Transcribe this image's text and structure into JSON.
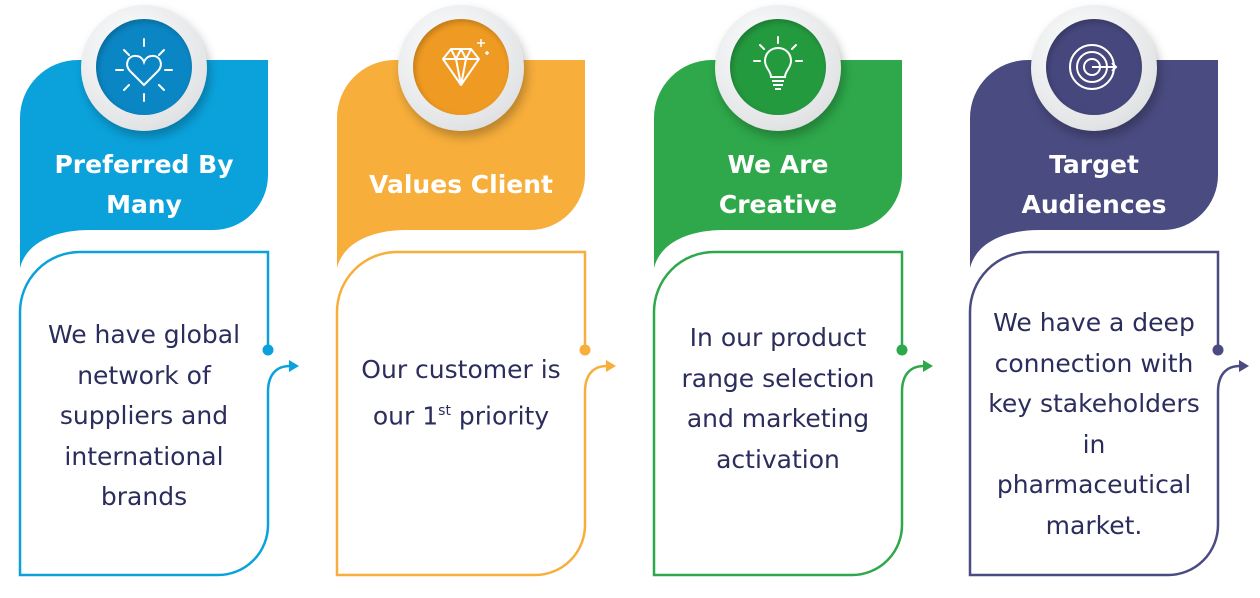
{
  "cards": [
    {
      "title": "Preferred By Many",
      "title_lines": [
        "Preferred By",
        "Many"
      ],
      "icon": "heart-shine-icon",
      "color": "#0ba2dc",
      "icon_bg": "#0b86c4",
      "body_lines": [
        "We have global",
        "network of",
        "suppliers and",
        "international",
        "brands"
      ]
    },
    {
      "title": "Values Client",
      "title_lines": [
        "Values Client"
      ],
      "icon": "diamond-icon",
      "color": "#f7ae3b",
      "icon_bg": "#ef9a22",
      "body_lines": [
        "Our customer is"
      ],
      "body_last_prefix": "our 1",
      "body_last_sup": "st",
      "body_last_suffix": " priority"
    },
    {
      "title": "We Are Creative",
      "title_lines": [
        "We Are",
        "Creative"
      ],
      "icon": "lightbulb-icon",
      "color": "#2ea84a",
      "icon_bg": "#249a3f",
      "body_lines": [
        "In our product",
        "range selection",
        "and marketing",
        "activation"
      ]
    },
    {
      "title": "Target Audiences",
      "title_lines": [
        "Target",
        "Audiences"
      ],
      "icon": "target-icon",
      "color": "#4a4b80",
      "icon_bg": "#46477c",
      "body_lines": [
        "We have a deep",
        "connection with",
        "key stakeholders in",
        "pharmaceutical",
        "market."
      ]
    }
  ]
}
